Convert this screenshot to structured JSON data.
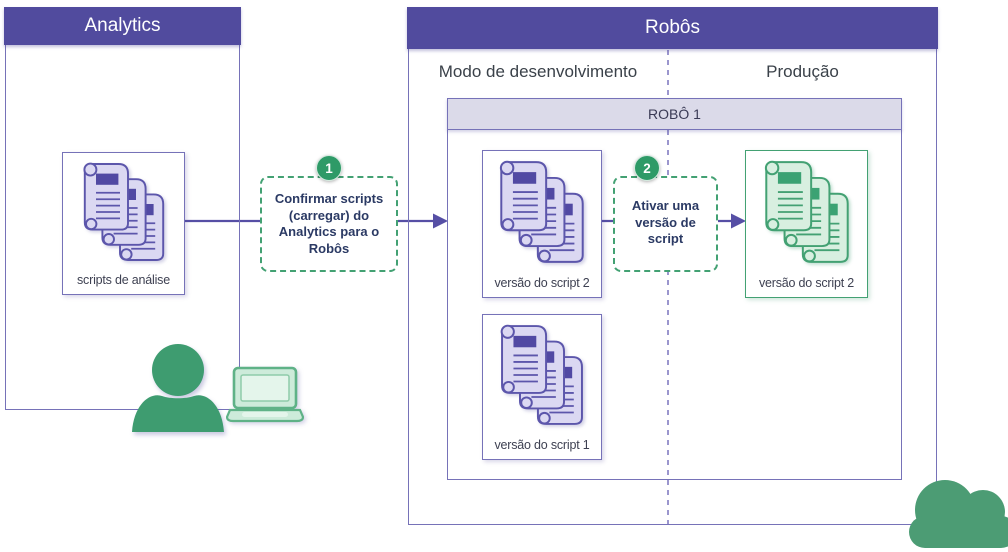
{
  "diagram": {
    "type": "flow-diagram",
    "language": "pt-BR"
  },
  "analytics": {
    "title": "Analytics",
    "scripts_box": {
      "label": "scripts de análise",
      "icon": "scripts-stack-purple-icon"
    }
  },
  "robos": {
    "title": "Robôs",
    "columns": [
      {
        "label": "Modo de desenvolvimento"
      },
      {
        "label": "Produção"
      }
    ],
    "robo1": {
      "title": "ROBÔ 1",
      "dev_items": [
        {
          "label": "versão do script 2",
          "icon": "scripts-stack-purple-icon"
        },
        {
          "label": "versão do script 1",
          "icon": "scripts-stack-purple-icon"
        }
      ],
      "prod_items": [
        {
          "label": "versão do script 2",
          "icon": "scripts-stack-green-icon"
        }
      ]
    }
  },
  "steps": [
    {
      "number": "1",
      "label": "Confirmar scripts (carregar) do Analytics para o Robôs"
    },
    {
      "number": "2",
      "label": "Ativar uma versão de script"
    }
  ],
  "icons": {
    "person": "person-icon",
    "laptop": "laptop-icon",
    "cloud": "cloud-icon",
    "scripts": "scripts-stack-icon"
  },
  "colors": {
    "header_purple": "#514B9E",
    "panel_border_purple": "#7672B8",
    "robo_header_fill": "#DBDAE9",
    "arrow_purple": "#564FA5",
    "divider_dashed_purple": "#9B96CE",
    "step_border_green": "#43A173",
    "badge_green": "#2E9A67",
    "icon_green": "#3E9C70",
    "scroll_paper_purple": "#DBD8F2",
    "scroll_ink_purple": "#5C56AB",
    "scroll_paper_green": "#D8EFE0",
    "scroll_ink_green": "#43A173",
    "text_dark": "#3A4149",
    "step_text_navy": "#2B3A64"
  }
}
